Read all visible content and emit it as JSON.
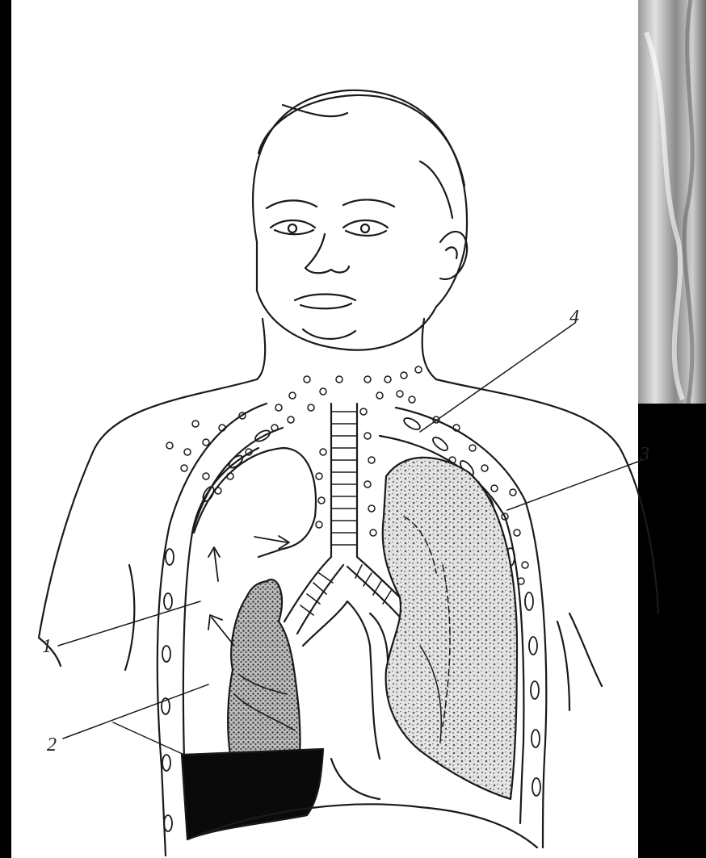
{
  "colors": {
    "frame": "#000000",
    "paper": "#ffffff",
    "ink": "#1a1a1a",
    "stipple": "#c8c8c8",
    "xray_light": "#d9d9d9",
    "xray_dark": "#3a3a3a"
  },
  "diagram": {
    "labels": [
      {
        "id": "1",
        "text": "1"
      },
      {
        "id": "2",
        "text": "2"
      },
      {
        "id": "3",
        "text": "3"
      },
      {
        "id": "4",
        "text": "4"
      }
    ]
  }
}
